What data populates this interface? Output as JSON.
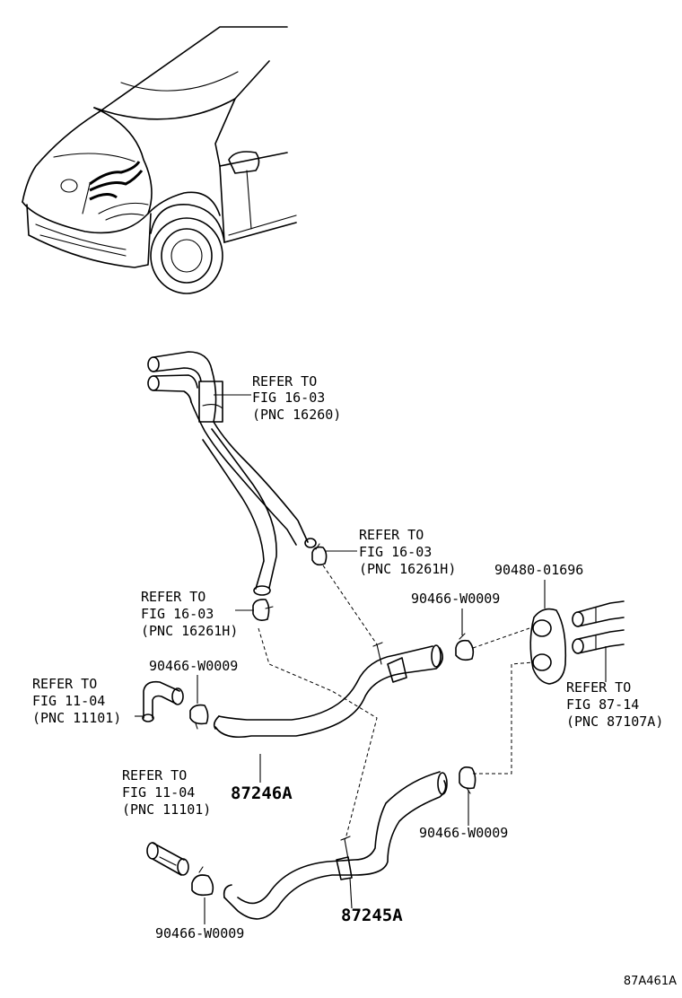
{
  "diagram": {
    "figure_code": "87A461A",
    "callouts": {
      "refer_1626_top": [
        "REFER TO",
        "FIG 16-03",
        "(PNC 16260)"
      ],
      "refer_16261_right": [
        "REFER TO",
        "FIG 16-03",
        "(PNC 16261H)"
      ],
      "refer_16261_left": [
        "REFER TO",
        "FIG 16-03",
        "(PNC 16261H)"
      ],
      "refer_11101_upper": [
        "REFER TO",
        "FIG 11-04",
        "(PNC 11101)"
      ],
      "refer_11101_lower": [
        "REFER TO",
        "FIG 11-04",
        "(PNC 11101)"
      ],
      "refer_87107": [
        "REFER TO",
        "FIG 87-14",
        "(PNC 87107A)"
      ]
    },
    "part_numbers": {
      "clamp_top_right": "90466-W0009",
      "grommet": "90480-01696",
      "clamp_upper_left": "90466-W0009",
      "hose_upper": "87246A",
      "clamp_right": "90466-W0009",
      "clamp_lower_left": "90466-W0009",
      "hose_lower": "87245A"
    }
  }
}
